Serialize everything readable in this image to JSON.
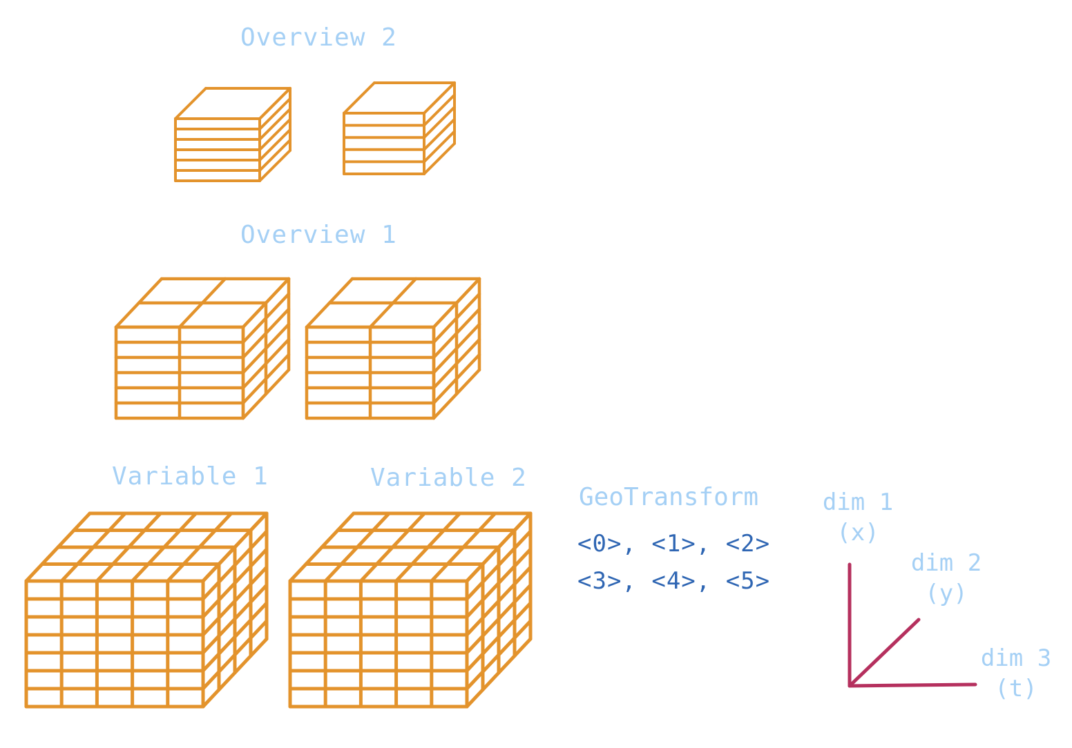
{
  "sections": {
    "overview2": "Overview 2",
    "overview1": "Overview 1",
    "variable1": "Variable 1",
    "variable2": "Variable 2"
  },
  "geotransform": {
    "title": "GeoTransform",
    "row1": "<0>, <1>, <2>",
    "row2": "<3>, <4>, <5>"
  },
  "axes": {
    "dim1": {
      "name": "dim 1",
      "sub": "(x)"
    },
    "dim2": {
      "name": "dim 2",
      "sub": "(y)"
    },
    "dim3": {
      "name": "dim 3",
      "sub": "(t)"
    }
  },
  "colors": {
    "cube_stroke": "#e3932c",
    "label": "#a5d0f5",
    "geotransform_text": "#2f66b3",
    "axis": "#b5305e"
  }
}
